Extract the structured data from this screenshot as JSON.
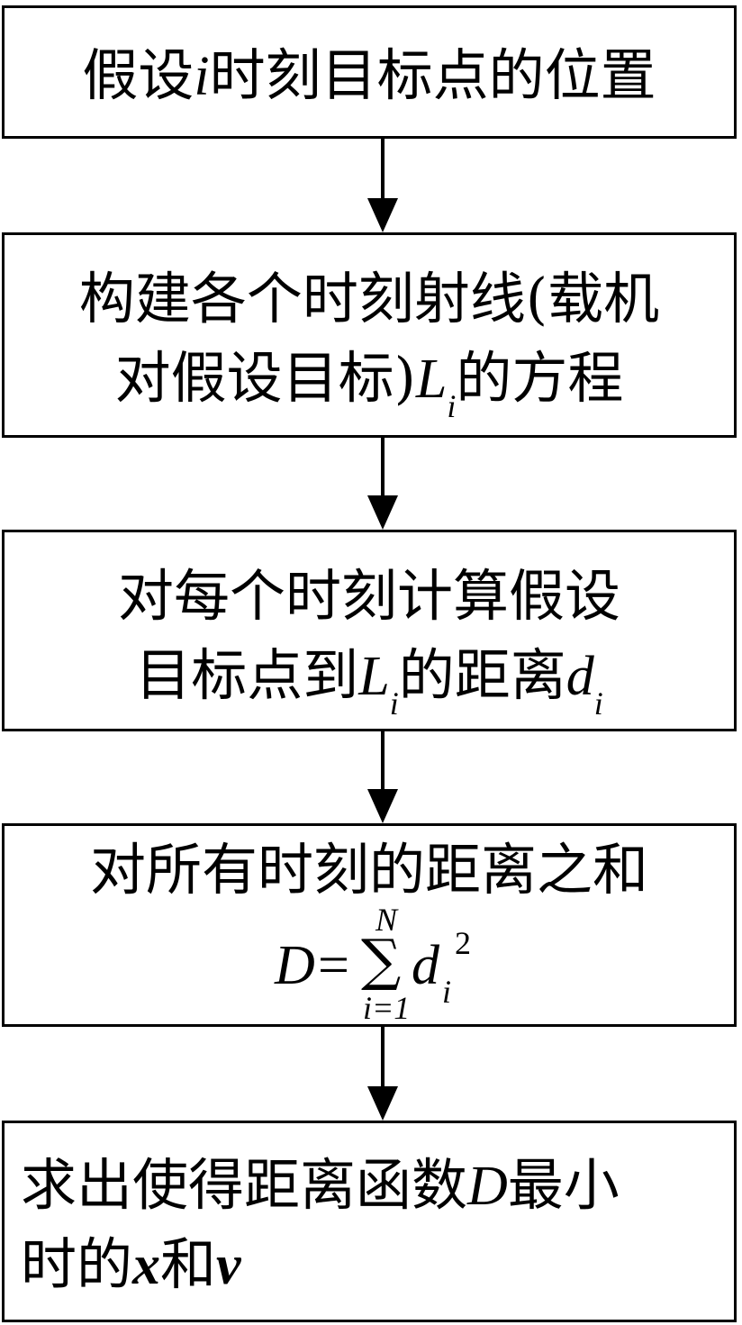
{
  "steps": [
    {
      "id": "step-1",
      "lines": [
        [
          {
            "text": "假设",
            "style": "normal"
          },
          {
            "text": "i",
            "style": "italic"
          },
          {
            "text": "时刻目标点的位置",
            "style": "normal"
          }
        ]
      ]
    },
    {
      "id": "step-2",
      "lines": [
        [
          {
            "text": "构建各个时刻射线(载机",
            "style": "normal"
          }
        ],
        [
          {
            "text": "对假设目标)",
            "style": "normal"
          },
          {
            "text": "L",
            "style": "italic"
          },
          {
            "text": "i",
            "style": "sub"
          },
          {
            "text": "的方程",
            "style": "normal"
          }
        ]
      ]
    },
    {
      "id": "step-3",
      "lines": [
        [
          {
            "text": "对每个时刻计算假设",
            "style": "normal"
          }
        ],
        [
          {
            "text": "目标点到",
            "style": "normal"
          },
          {
            "text": "L",
            "style": "italic"
          },
          {
            "text": "i",
            "style": "sub"
          },
          {
            "text": "的距离",
            "style": "normal"
          },
          {
            "text": "d",
            "style": "italic"
          },
          {
            "text": "i",
            "style": "sub"
          }
        ]
      ]
    },
    {
      "id": "step-4",
      "lines": [
        [
          {
            "text": "对所有时刻的距离之和",
            "style": "normal"
          }
        ]
      ],
      "formula": {
        "lhs": "D",
        "equals": "=",
        "sum_symbol": "∑",
        "upper_limit": "N",
        "lower_limit": "i=1",
        "term": "d",
        "term_subscript": "i",
        "term_superscript": "2"
      }
    },
    {
      "id": "step-5",
      "lines": [
        [
          {
            "text": "求出使得距离函数",
            "style": "normal"
          },
          {
            "text": "D",
            "style": "italic"
          },
          {
            "text": "最小",
            "style": "normal"
          }
        ],
        [
          {
            "text": "时的",
            "style": "normal"
          },
          {
            "text": "x",
            "style": "bolditalic"
          },
          {
            "text": "和",
            "style": "normal"
          },
          {
            "text": "v",
            "style": "bolditalic"
          }
        ]
      ]
    }
  ],
  "colors": {
    "border": "#000000",
    "text": "#000000",
    "background": "#ffffff"
  }
}
